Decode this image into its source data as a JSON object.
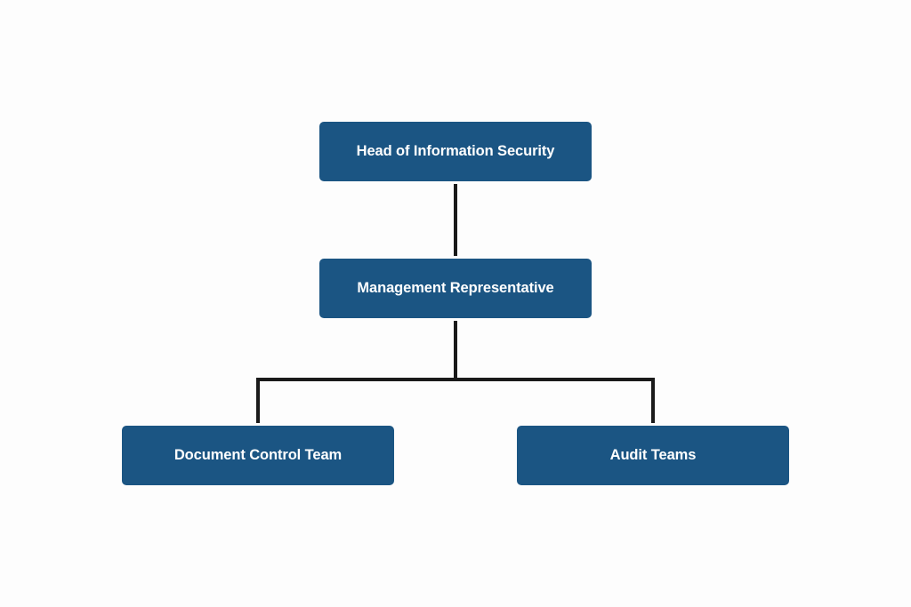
{
  "org_chart": {
    "nodes": [
      {
        "id": "head",
        "label": "Head of Information Security"
      },
      {
        "id": "mgmt",
        "label": "Management Representative"
      },
      {
        "id": "doc",
        "label": "Document Control Team"
      },
      {
        "id": "audit",
        "label": "Audit Teams"
      }
    ],
    "edges": [
      {
        "from": "head",
        "to": "mgmt"
      },
      {
        "from": "mgmt",
        "to": "doc"
      },
      {
        "from": "mgmt",
        "to": "audit"
      }
    ],
    "colors": {
      "node_fill": "#1b5583",
      "node_text": "#ffffff",
      "connector": "#1a1a1a",
      "background": "#fdfdfd"
    }
  }
}
